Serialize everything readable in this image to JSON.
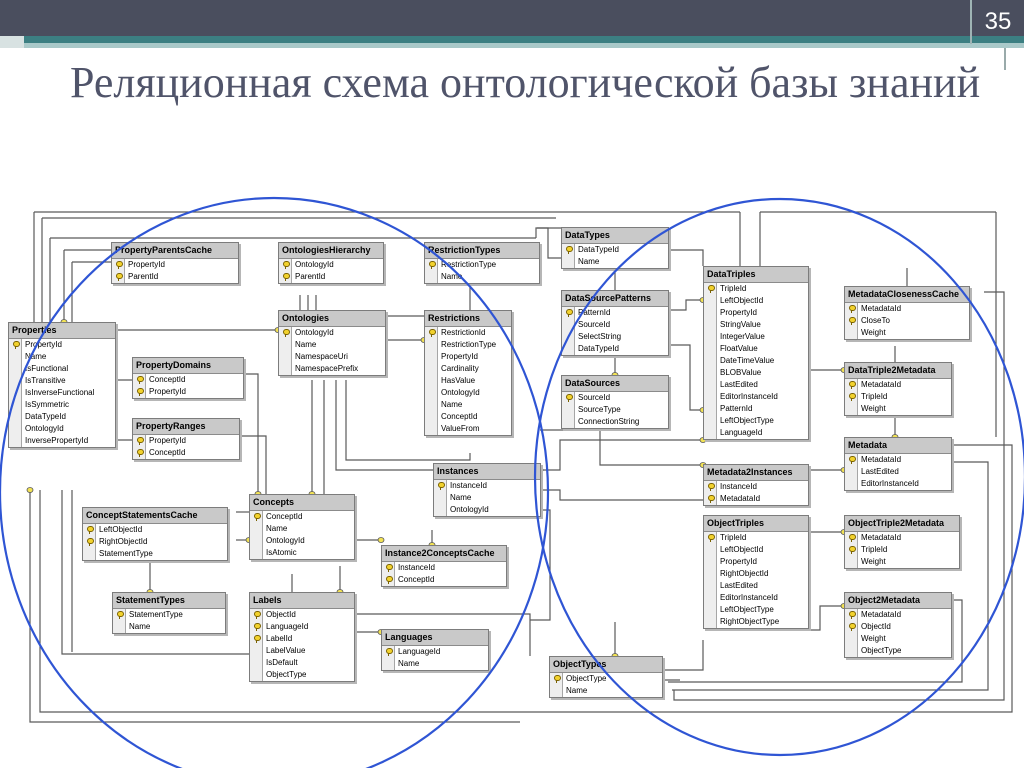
{
  "slide": {
    "number": "35",
    "title": "Реляционная схема онтологической базы знаний"
  },
  "tables": {
    "DataTypes": {
      "name": "DataTypes",
      "columns": [
        {
          "n": "DataTypeId",
          "pk": true
        },
        {
          "n": "Name",
          "pk": false
        }
      ]
    },
    "PropertyParentsCache": {
      "name": "PropertyParentsCache",
      "columns": [
        {
          "n": "PropertyId",
          "pk": true
        },
        {
          "n": "ParentId",
          "pk": true
        }
      ]
    },
    "OntologiesHierarchy": {
      "name": "OntologiesHierarchy",
      "columns": [
        {
          "n": "OntologyId",
          "pk": true
        },
        {
          "n": "ParentId",
          "pk": true
        }
      ]
    },
    "RestrictionTypes": {
      "name": "RestrictionTypes",
      "columns": [
        {
          "n": "RestrictionType",
          "pk": true
        },
        {
          "n": "Name",
          "pk": false
        }
      ]
    },
    "DataSourcePatterns": {
      "name": "DataSourcePatterns",
      "columns": [
        {
          "n": "PatternId",
          "pk": true
        },
        {
          "n": "SourceId",
          "pk": false
        },
        {
          "n": "SelectString",
          "pk": false
        },
        {
          "n": "DataTypeId",
          "pk": false
        }
      ]
    },
    "DataTriples": {
      "name": "DataTriples",
      "columns": [
        {
          "n": "TripleId",
          "pk": true
        },
        {
          "n": "LeftObjectId",
          "pk": false
        },
        {
          "n": "PropertyId",
          "pk": false
        },
        {
          "n": "StringValue",
          "pk": false
        },
        {
          "n": "IntegerValue",
          "pk": false
        },
        {
          "n": "FloatValue",
          "pk": false
        },
        {
          "n": "DateTimeValue",
          "pk": false
        },
        {
          "n": "BLOBValue",
          "pk": false
        },
        {
          "n": "LastEdited",
          "pk": false
        },
        {
          "n": "EditorInstanceId",
          "pk": false
        },
        {
          "n": "PatternId",
          "pk": false
        },
        {
          "n": "LeftObjectType",
          "pk": false
        },
        {
          "n": "LanguageId",
          "pk": false
        }
      ]
    },
    "MetadataClosenessCache": {
      "name": "MetadataClosenessCache",
      "columns": [
        {
          "n": "MetadataId",
          "pk": true
        },
        {
          "n": "CloseTo",
          "pk": true
        },
        {
          "n": "Weight",
          "pk": false
        }
      ]
    },
    "Properties": {
      "name": "Properties",
      "columns": [
        {
          "n": "PropertyId",
          "pk": true
        },
        {
          "n": "Name",
          "pk": false
        },
        {
          "n": "IsFunctional",
          "pk": false
        },
        {
          "n": "IsTransitive",
          "pk": false
        },
        {
          "n": "IsInverseFunctional",
          "pk": false
        },
        {
          "n": "IsSymmetric",
          "pk": false
        },
        {
          "n": "DataTypeId",
          "pk": false
        },
        {
          "n": "OntologyId",
          "pk": false
        },
        {
          "n": "InversePropertyId",
          "pk": false
        }
      ]
    },
    "Ontologies": {
      "name": "Ontologies",
      "columns": [
        {
          "n": "OntologyId",
          "pk": true
        },
        {
          "n": "Name",
          "pk": false
        },
        {
          "n": "NamespaceUri",
          "pk": false
        },
        {
          "n": "NamespacePrefix",
          "pk": false
        }
      ]
    },
    "Restrictions": {
      "name": "Restrictions",
      "columns": [
        {
          "n": "RestrictionId",
          "pk": true
        },
        {
          "n": "RestrictionType",
          "pk": false
        },
        {
          "n": "PropertyId",
          "pk": false
        },
        {
          "n": "Cardinality",
          "pk": false
        },
        {
          "n": "HasValue",
          "pk": false
        },
        {
          "n": "OntologyId",
          "pk": false
        },
        {
          "n": "Name",
          "pk": false
        },
        {
          "n": "ConceptId",
          "pk": false
        },
        {
          "n": "ValueFrom",
          "pk": false
        }
      ]
    },
    "DataSources": {
      "name": "DataSources",
      "columns": [
        {
          "n": "SourceId",
          "pk": true
        },
        {
          "n": "SourceType",
          "pk": false
        },
        {
          "n": "ConnectionString",
          "pk": false
        }
      ]
    },
    "PropertyDomains": {
      "name": "PropertyDomains",
      "columns": [
        {
          "n": "ConceptId",
          "pk": true
        },
        {
          "n": "PropertyId",
          "pk": true
        }
      ]
    },
    "DataTriple2Metadata": {
      "name": "DataTriple2Metadata",
      "columns": [
        {
          "n": "MetadataId",
          "pk": true
        },
        {
          "n": "TripleId",
          "pk": true
        },
        {
          "n": "Weight",
          "pk": false
        }
      ]
    },
    "PropertyRanges": {
      "name": "PropertyRanges",
      "columns": [
        {
          "n": "PropertyId",
          "pk": true
        },
        {
          "n": "ConceptId",
          "pk": true
        }
      ]
    },
    "Metadata": {
      "name": "Metadata",
      "columns": [
        {
          "n": "MetadataId",
          "pk": true
        },
        {
          "n": "LastEdited",
          "pk": false
        },
        {
          "n": "EditorInstanceId",
          "pk": false
        }
      ]
    },
    "Instances": {
      "name": "Instances",
      "columns": [
        {
          "n": "InstanceId",
          "pk": true
        },
        {
          "n": "Name",
          "pk": false
        },
        {
          "n": "OntologyId",
          "pk": false
        }
      ]
    },
    "Metadata2Instances": {
      "name": "Metadata2Instances",
      "columns": [
        {
          "n": "InstanceId",
          "pk": true
        },
        {
          "n": "MetadataId",
          "pk": true
        }
      ]
    },
    "Concepts": {
      "name": "Concepts",
      "columns": [
        {
          "n": "ConceptId",
          "pk": true
        },
        {
          "n": "Name",
          "pk": false
        },
        {
          "n": "OntologyId",
          "pk": false
        },
        {
          "n": "IsAtomic",
          "pk": false
        }
      ]
    },
    "ConceptStatementsCache": {
      "name": "ConceptStatementsCache",
      "columns": [
        {
          "n": "LeftObjectId",
          "pk": true
        },
        {
          "n": "RightObjectId",
          "pk": true
        },
        {
          "n": "StatementType",
          "pk": false
        }
      ]
    },
    "ObjectTriples": {
      "name": "ObjectTriples",
      "columns": [
        {
          "n": "TripleId",
          "pk": true
        },
        {
          "n": "LeftObjectId",
          "pk": false
        },
        {
          "n": "PropertyId",
          "pk": false
        },
        {
          "n": "RightObjectId",
          "pk": false
        },
        {
          "n": "LastEdited",
          "pk": false
        },
        {
          "n": "EditorInstanceId",
          "pk": false
        },
        {
          "n": "LeftObjectType",
          "pk": false
        },
        {
          "n": "RightObjectType",
          "pk": false
        }
      ]
    },
    "ObjectTriple2Metadata": {
      "name": "ObjectTriple2Metadata",
      "columns": [
        {
          "n": "MetadataId",
          "pk": true
        },
        {
          "n": "TripleId",
          "pk": true
        },
        {
          "n": "Weight",
          "pk": false
        }
      ]
    },
    "Instance2ConceptsCache": {
      "name": "Instance2ConceptsCache",
      "columns": [
        {
          "n": "InstanceId",
          "pk": true
        },
        {
          "n": "ConceptId",
          "pk": true
        }
      ]
    },
    "StatementTypes": {
      "name": "StatementTypes",
      "columns": [
        {
          "n": "StatementType",
          "pk": true
        },
        {
          "n": "Name",
          "pk": false
        }
      ]
    },
    "Labels": {
      "name": "Labels",
      "columns": [
        {
          "n": "ObjectId",
          "pk": true
        },
        {
          "n": "LanguageId",
          "pk": true
        },
        {
          "n": "LabelId",
          "pk": true
        },
        {
          "n": "LabelValue",
          "pk": false
        },
        {
          "n": "IsDefault",
          "pk": false
        },
        {
          "n": "ObjectType",
          "pk": false
        }
      ]
    },
    "Object2Metadata": {
      "name": "Object2Metadata",
      "columns": [
        {
          "n": "MetadataId",
          "pk": true
        },
        {
          "n": "ObjectId",
          "pk": true
        },
        {
          "n": "Weight",
          "pk": false
        },
        {
          "n": "ObjectType",
          "pk": false
        }
      ]
    },
    "Languages": {
      "name": "Languages",
      "columns": [
        {
          "n": "LanguageId",
          "pk": true
        },
        {
          "n": "Name",
          "pk": false
        }
      ]
    },
    "ObjectTypes": {
      "name": "ObjectTypes",
      "columns": [
        {
          "n": "ObjectType",
          "pk": true
        },
        {
          "n": "Name",
          "pk": false
        }
      ]
    }
  },
  "colors": {
    "circle": "#2f55d4",
    "header_bar": "#4a4e5e",
    "accent_stripe": "#3c7f82",
    "title": "#50546a"
  }
}
